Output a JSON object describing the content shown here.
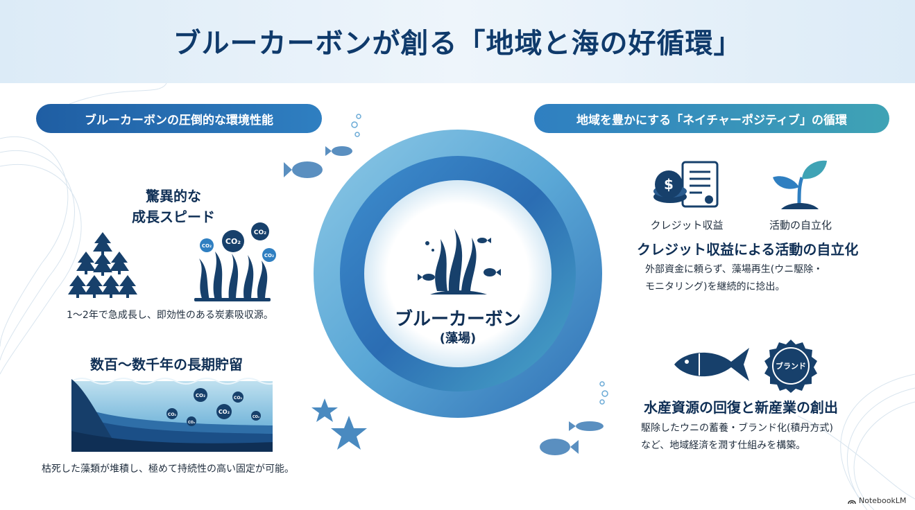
{
  "title": "ブルーカーボンが創る「地域と海の好循環」",
  "left_section": {
    "header": "ブルーカーボンの圧倒的な環境性能",
    "growth": {
      "heading_line1": "驚異的な",
      "heading_line2": "成長スピード",
      "description": "1〜2年で急成長し、即効性のある炭素吸収源。"
    },
    "storage": {
      "heading": "数百〜数千年の長期貯留",
      "description": "枯死した藻類が堆積し、極めて持続性の高い固定が可能。"
    },
    "co2_label": "CO₂"
  },
  "center": {
    "label": "ブルーカーボン",
    "sublabel": "(藻場)"
  },
  "right_section": {
    "header": "地域を豊かにする「ネイチャーポジティブ」の循環",
    "credit_icon_label": "クレジット収益",
    "independence_icon_label": "活動の自立化",
    "credit": {
      "heading": "クレジット収益による活動の自立化",
      "description_line1": "外部資金に頼らず、藻場再生(ウニ駆除・",
      "description_line2": "モニタリング)を継続的に捻出。"
    },
    "brand_label": "ブランド",
    "fishery": {
      "heading": "水産資源の回復と新産業の創出",
      "description_line1": "駆除したウニの蓄養・ブランド化(積丹方式)",
      "description_line2": "など、地域経済を潤す仕組みを構築。"
    }
  },
  "footer": {
    "brand": "NotebookLM"
  },
  "colors": {
    "navy": "#0f3a6b",
    "blue": "#2f7fc1",
    "teal": "#3fa3b5"
  }
}
